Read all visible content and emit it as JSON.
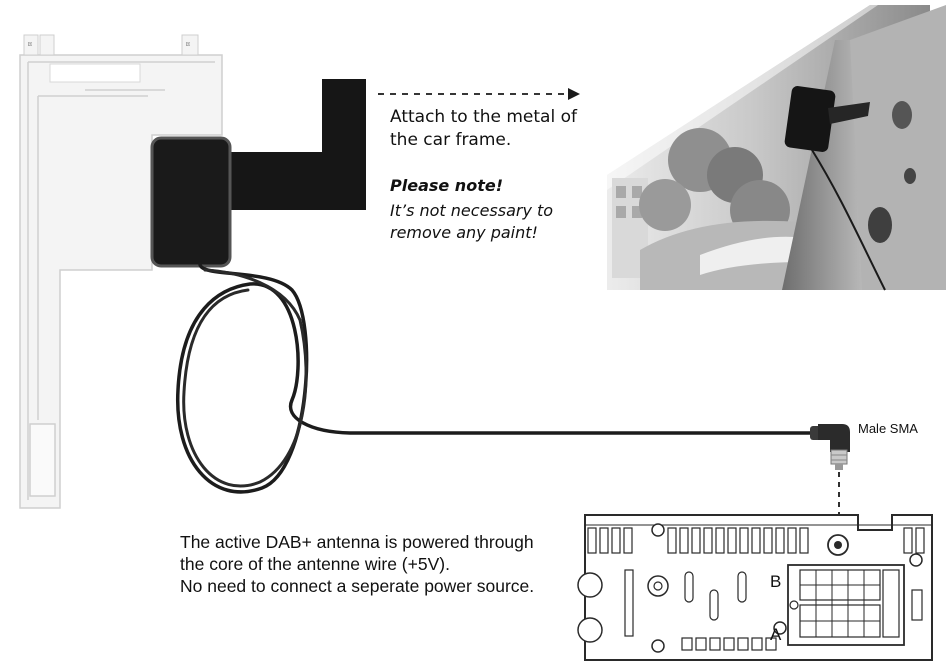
{
  "attach_text": [
    "Attach to the metal of",
    "the car frame."
  ],
  "note": {
    "title": "Please note!",
    "lines": [
      "It’s not necessary to",
      "remove any paint!"
    ]
  },
  "connector_label": "Male SMA",
  "power_text": [
    "The active DAB+ antenna is powered through",
    "the core of the antenne wire (+5V).",
    "No need to connect a seperate power source."
  ],
  "radio_port_labels": {
    "b": "B",
    "a": "A"
  }
}
